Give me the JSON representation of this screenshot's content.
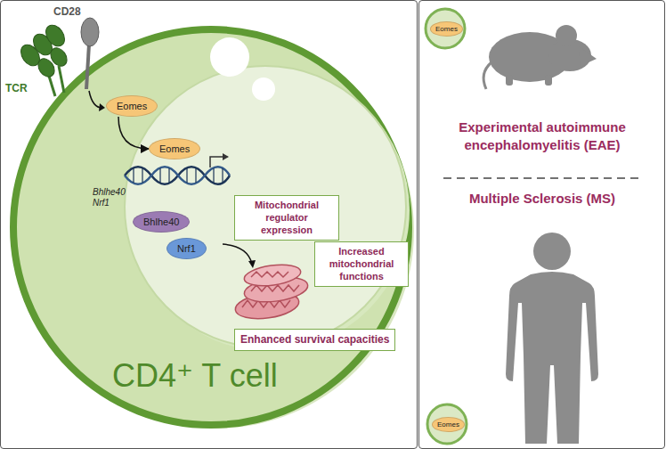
{
  "diagram": {
    "nodes": [
      {
        "text": [
          "CD4⁺ T cell"
        ]
      },
      {
        "text": [
          "Eomes"
        ],
        "in": 0
      },
      {
        "text": [
          "Eomes"
        ],
        "in": 0
      },
      {
        "text": [
          "Mitochondrial regulator expression"
        ],
        "in": 0
      },
      {
        "text": [
          "Bhlhe40"
        ],
        "in": 0
      },
      {
        "text": [
          "Nrf1"
        ],
        "in": 0
      },
      {
        "text": [
          "Increased mitochondrial functions"
        ],
        "in": 0
      },
      {
        "text": [
          "Enhanced survival capacities"
        ],
        "in": 0
      },
      {
        "text": [
          "Experimental autoimmune encephalomyelitis (EAE)",
          "Multiple Sclerosis (MS)"
        ]
      },
      {
        "text": [
          "Eomes"
        ],
        "in": 8
      },
      {
        "text": [
          "Eomes"
        ],
        "in": 8
      }
    ],
    "edges": [
      {
        "from": 1,
        "to": 2,
        "arrow": "to"
      }
    ],
    "labels": [
      "TCR",
      "CD28",
      "Bhlhe40",
      "Nrf1"
    ]
  }
}
